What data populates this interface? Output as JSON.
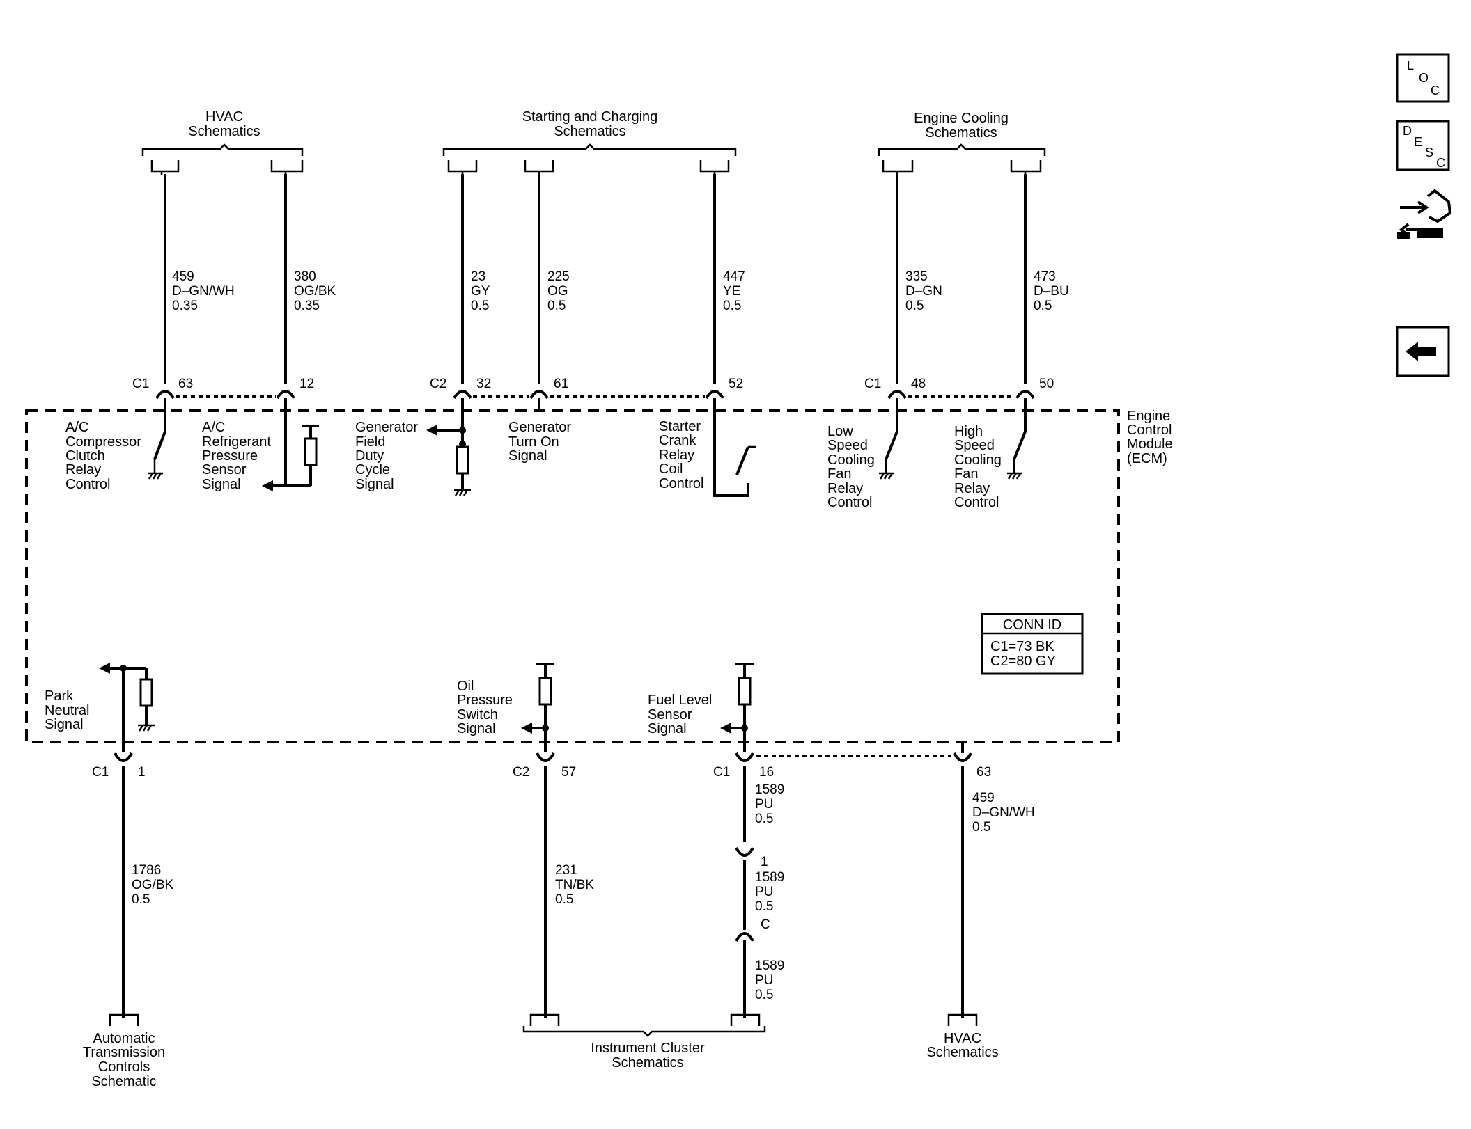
{
  "top_groups": {
    "hvac": [
      "HVAC",
      "Schematics"
    ],
    "starting": [
      "Starting and Charging",
      "Schematics"
    ],
    "cooling": [
      "Engine Cooling",
      "Schematics"
    ]
  },
  "bottom_groups": {
    "trans": [
      "Automatic",
      "Transmission",
      "Controls",
      "Schematic"
    ],
    "cluster": [
      "Instrument Cluster",
      "Schematics"
    ],
    "hvac": [
      "HVAC",
      "Schematics"
    ]
  },
  "module_name": [
    "Engine",
    "Control",
    "Module",
    "(ECM)"
  ],
  "conn_id": {
    "title": "CONN ID",
    "c1": "C1=73 BK",
    "c2": "C2=80 GY"
  },
  "nav": {
    "loc": [
      "L",
      "O",
      "C"
    ],
    "desc": [
      "D",
      "E",
      "S",
      "C"
    ]
  },
  "top_wires": [
    {
      "circuit": "459",
      "color": "D–GN/WH",
      "size": "0.35",
      "conn": "C1",
      "pin": "63",
      "func": [
        "A/C",
        "Compressor",
        "Clutch",
        "Relay",
        "Control"
      ]
    },
    {
      "circuit": "380",
      "color": "OG/BK",
      "size": "0.35",
      "conn": "",
      "pin": "12",
      "func": [
        "A/C",
        "Refrigerant",
        "Pressure",
        "Sensor",
        "Signal"
      ]
    },
    {
      "circuit": "23",
      "color": "GY",
      "size": "0.5",
      "conn": "C2",
      "pin": "32",
      "func": [
        "Generator",
        "Field",
        "Duty",
        "Cycle",
        "Signal"
      ]
    },
    {
      "circuit": "225",
      "color": "OG",
      "size": "0.5",
      "conn": "",
      "pin": "61",
      "func": [
        "Generator",
        "Turn On",
        "Signal"
      ]
    },
    {
      "circuit": "447",
      "color": "YE",
      "size": "0.5",
      "conn": "",
      "pin": "52",
      "func": [
        "Starter",
        "Crank",
        "Relay",
        "Coil",
        "Control"
      ]
    },
    {
      "circuit": "335",
      "color": "D–GN",
      "size": "0.5",
      "conn": "C1",
      "pin": "48",
      "func": [
        "Low",
        "Speed",
        "Cooling",
        "Fan",
        "Relay",
        "Control"
      ]
    },
    {
      "circuit": "473",
      "color": "D–BU",
      "size": "0.5",
      "conn": "",
      "pin": "50",
      "func": [
        "High",
        "Speed",
        "Cooling",
        "Fan",
        "Relay",
        "Control"
      ]
    }
  ],
  "bottom_wires": [
    {
      "circuit": "1786",
      "color": "OG/BK",
      "size": "0.5",
      "conn": "C1",
      "pin": "1",
      "func": [
        "Park",
        "Neutral",
        "Signal"
      ]
    },
    {
      "circuit": "231",
      "color": "TN/BK",
      "size": "0.5",
      "conn": "C2",
      "pin": "57",
      "func": [
        "Oil",
        "Pressure",
        "Switch",
        "Signal"
      ]
    },
    {
      "circuit": "1589",
      "color": "PU",
      "size": "0.5",
      "conn": "C1",
      "pin": "16",
      "func": [
        "Fuel Level",
        "Sensor",
        "Signal"
      ]
    },
    {
      "circuit": "459",
      "color": "D–GN/WH",
      "size": "0.5",
      "conn": "",
      "pin": "63",
      "func": []
    }
  ],
  "inline_connectors": [
    {
      "pin": "1",
      "circuit": "1589",
      "color": "PU",
      "size": "0.5"
    },
    {
      "pin": "C",
      "circuit": "1589",
      "color": "PU",
      "size": "0.5"
    }
  ]
}
